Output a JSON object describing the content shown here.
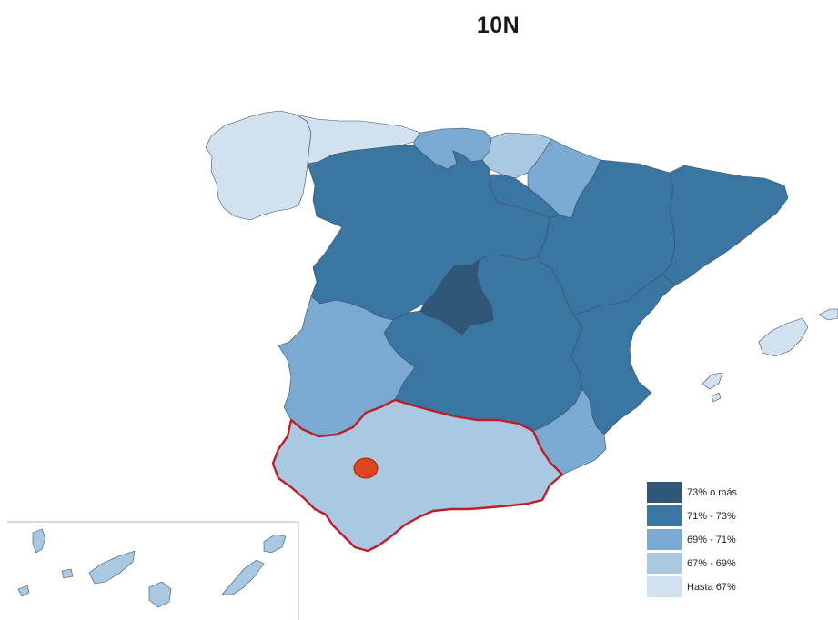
{
  "title": "10N",
  "colors": {
    "bin_73_plus": "#2f5878",
    "bin_71_73": "#3a76a2",
    "bin_69_71": "#7aaad1",
    "bin_67_69": "#a9c8e2",
    "bin_upto_67": "#d2e1ef",
    "highlight_outline": "#c01c28",
    "marker": "#e0431f"
  },
  "legend": [
    {
      "label": "73% o más",
      "color": "#2f5878"
    },
    {
      "label": "71% - 73%",
      "color": "#3a76a2"
    },
    {
      "label": "69% - 71%",
      "color": "#7aaad1"
    },
    {
      "label": "67% - 69%",
      "color": "#a9c8e2"
    },
    {
      "label": "Hasta 67%",
      "color": "#d2e1ef"
    }
  ],
  "regions": [
    {
      "name": "Galicia",
      "bin": "Hasta 67%"
    },
    {
      "name": "Asturias",
      "bin": "Hasta 67%"
    },
    {
      "name": "Cantabria",
      "bin": "69% - 71%"
    },
    {
      "name": "País Vasco",
      "bin": "67% - 69%"
    },
    {
      "name": "Navarra",
      "bin": "69% - 71%"
    },
    {
      "name": "La Rioja",
      "bin": "71% - 73%"
    },
    {
      "name": "Castilla y León",
      "bin": "71% - 73%"
    },
    {
      "name": "Aragón",
      "bin": "71% - 73%"
    },
    {
      "name": "Cataluña",
      "bin": "71% - 73%"
    },
    {
      "name": "Madrid",
      "bin": "73% o más"
    },
    {
      "name": "Castilla-La Mancha",
      "bin": "71% - 73%"
    },
    {
      "name": "Comunidad Valenciana",
      "bin": "71% - 73%"
    },
    {
      "name": "Extremadura",
      "bin": "69% - 71%"
    },
    {
      "name": "Andalucía",
      "bin": "67% - 69%",
      "highlighted": true
    },
    {
      "name": "Murcia",
      "bin": "69% - 71%"
    },
    {
      "name": "Islas Baleares",
      "bin": "Hasta 67%"
    },
    {
      "name": "Islas Canarias",
      "bin": "67% - 69%"
    }
  ]
}
